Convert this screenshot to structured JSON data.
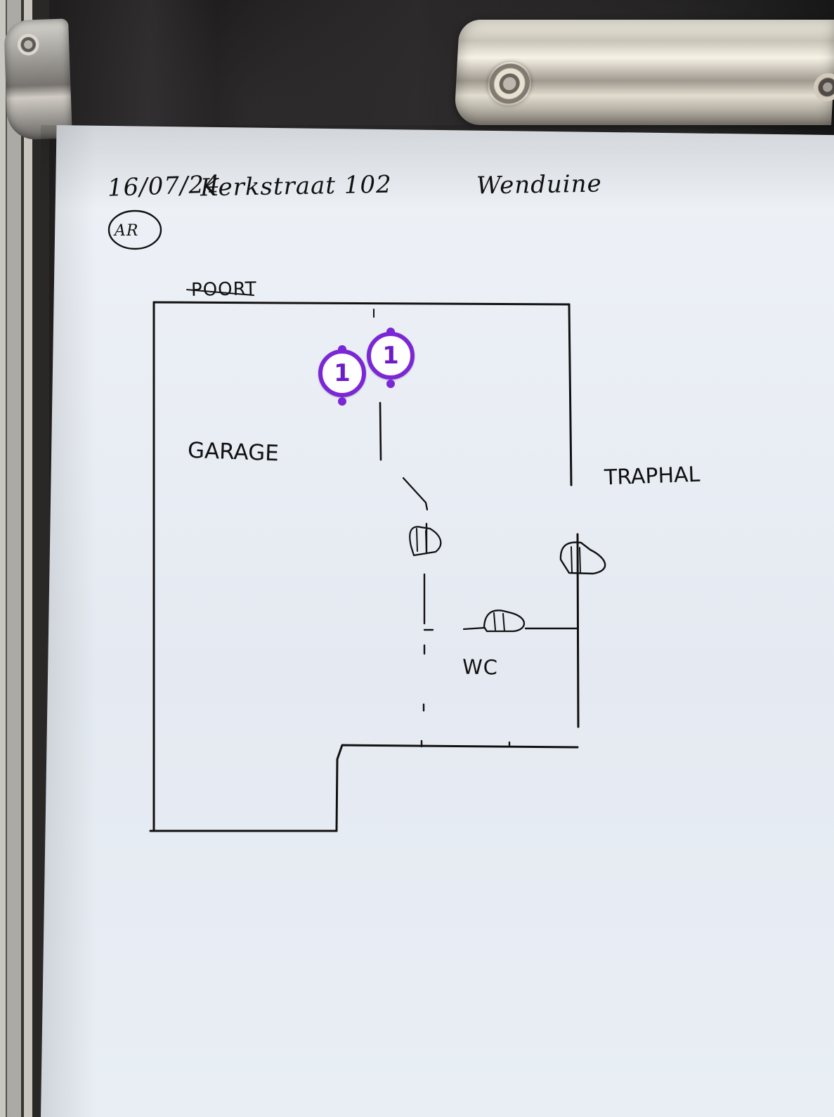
{
  "notes": {
    "date": "16/07/24",
    "address": "Kerkstraat 102",
    "place": "Wenduine",
    "initials": "AR"
  },
  "rooms": {
    "garage": "GARAGE",
    "traphal": "TRAPHAL",
    "wc": "WC",
    "poort": "POORT"
  },
  "markers": [
    {
      "label": "1",
      "color": "#7b27d6"
    },
    {
      "label": "1",
      "color": "#7b27d6"
    }
  ],
  "colors": {
    "ink": "#111111",
    "marker": "#7b27d6",
    "paper": "#e8edf4"
  },
  "icons": {
    "marker": "numbered-marker-icon",
    "door_symbol": "door-sensor-icon"
  }
}
